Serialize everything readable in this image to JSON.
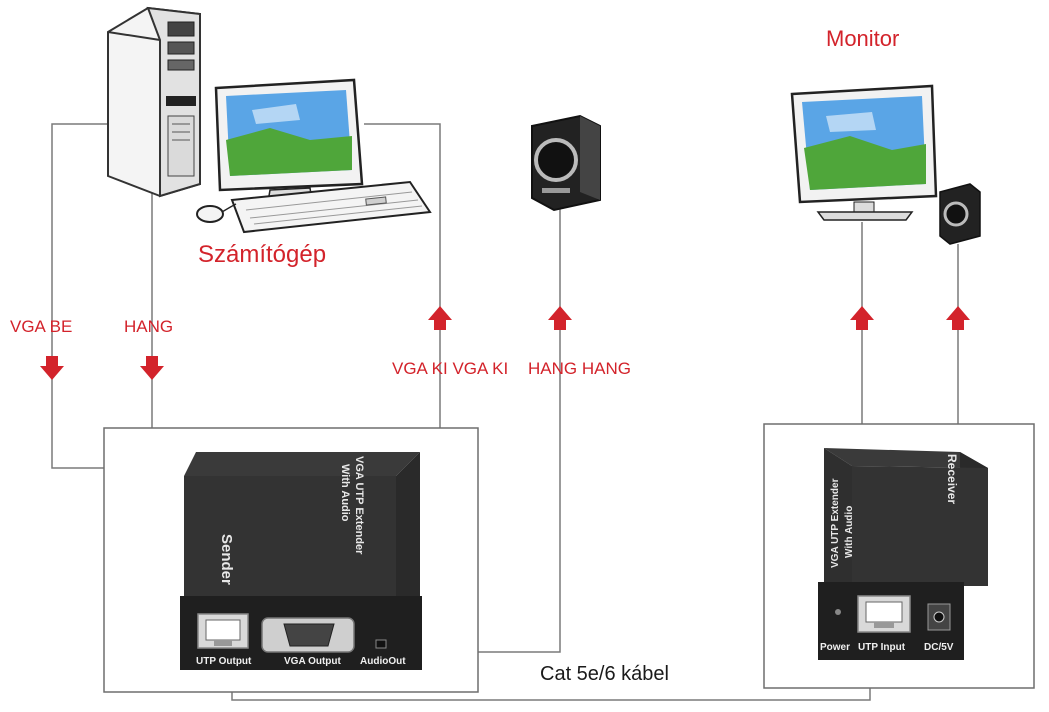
{
  "labels": {
    "computer": "Számítógép",
    "monitor": "Monitor",
    "vga_in": "VGA BE",
    "audio_in": "HANG",
    "vga_out_audio_out": "VGA KI VGA KI",
    "audio_overlap": "HANG HANG",
    "cable": "Cat 5e/6 kábel"
  },
  "sender": {
    "name": "Sender",
    "title_line1": "VGA UTP Extender",
    "title_line2": "With Audio",
    "ports": [
      "UTP Output",
      "VGA Output",
      "AudioOut"
    ]
  },
  "receiver": {
    "name": "Receiver",
    "title_line1": "VGA UTP Extender",
    "title_line2": "With Audio",
    "ports": [
      "Power",
      "UTP Input",
      "DC/5V"
    ]
  },
  "colors": {
    "label": "#d3232b",
    "arrow": "#d3232b",
    "device": "#2b2b2b",
    "wire": "#7a7a7a"
  }
}
